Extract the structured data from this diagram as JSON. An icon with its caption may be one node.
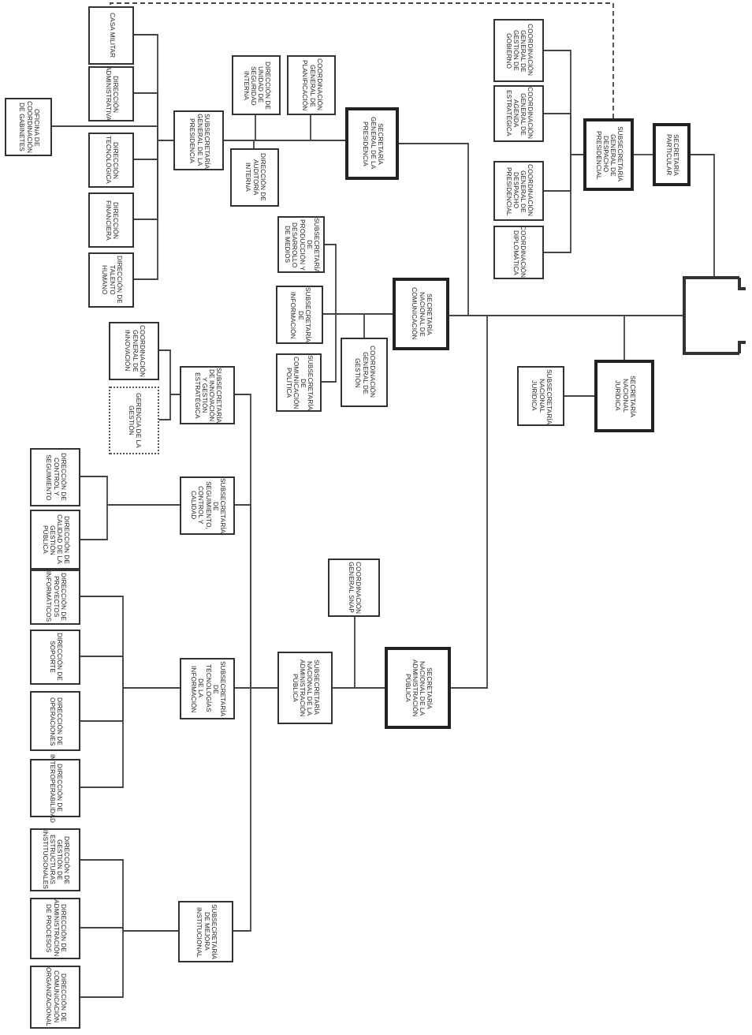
{
  "diagram": {
    "nodes": [
      {
        "text": [],
        "shape": "box"
      },
      {
        "text": [
          "SECRETARÍA PARTICULAR"
        ]
      },
      {
        "text": [
          "SUBSECRETARÍA GENERAL DE DESPACHO PRESIDENCIAL"
        ]
      },
      {
        "text": [
          "COORDINACIÓN GENERAL DE GESTIÓN DE GOBIERNO"
        ]
      },
      {
        "text": [
          "COORDINACIÓN GENERAL DE AGENDA ESTRATÉGICA"
        ]
      },
      {
        "text": [
          "COORDINACIÓN GENERAL DE DESPACHO PRESIDENCIAL"
        ]
      },
      {
        "text": [
          "COORDINACIÓN DIPLOMÁTICA"
        ]
      },
      {
        "text": [
          "SECRETARÍA GENERAL DE LA PRESIDENCIA"
        ]
      },
      {
        "text": [
          "COORDINACIÓN GENERAL DE PLANIFICACIÓN"
        ]
      },
      {
        "text": [
          "DIRECCIÓN DE UNIDAD DE SEGURIDAD INTERNA"
        ]
      },
      {
        "text": [
          "DIRECCIÓN DE AUDITORÍA INTERNA"
        ]
      },
      {
        "text": [
          "SUBSECRETARÍA GENERAL DE LA PRESIDENCIA"
        ]
      },
      {
        "text": [
          "CASA MILITAR"
        ]
      },
      {
        "text": [
          "DIRECCIÓN ADMINISTRATIVA"
        ]
      },
      {
        "text": [
          "DIRECCIÓN TECNOLÓGICA"
        ]
      },
      {
        "text": [
          "DIRECCIÓN FINANCIERA"
        ]
      },
      {
        "text": [
          "DIRECCIÓN DE TALENTO HUMANO"
        ]
      },
      {
        "text": [
          "OFICINA DE COORDINACIÓN DE GABINETES"
        ]
      },
      {
        "text": [
          "SECRETARÍA NACIONAL DE COMUNICACIÓN"
        ]
      },
      {
        "text": [
          "SUBSECRETARÍA DE PRODUCCIÓN Y DESARROLLO DE MEDIOS"
        ]
      },
      {
        "text": [
          "SUBSECRETARÍA DE INFORMACIÓN"
        ]
      },
      {
        "text": [
          "SUBSECRETARÍA DE COMUNICACIÓN POLÍTICA"
        ]
      },
      {
        "text": [
          "COORDINACIÓN GENERAL DE GESTIÓN"
        ]
      },
      {
        "text": [
          "SECRETARÍA NACIONAL JURÍDICA"
        ]
      },
      {
        "text": [
          "SUBSECRETARÍA NACIONAL JURÍDICA"
        ]
      },
      {
        "text": [
          "SECRETARÍA NACIONAL DE LA ADMINISTRACIÓN PÚBLICA"
        ]
      },
      {
        "text": [
          "COORDINACIÓN GENERAL SNAP"
        ]
      },
      {
        "text": [
          "SUBSECRETARÍA NACIONAL DE LA ADMINISTRACIÓN PÚBLICA"
        ]
      },
      {
        "text": [
          "SUBSECRETARÍA DE INNOVACIÓN Y GESTIÓN ESTRATÉGICA"
        ]
      },
      {
        "text": [
          "COORDINACIÓN GENERAL DE INNOVACIÓN"
        ]
      },
      {
        "text": [
          "GERENCIA DE LA GESTIÓN"
        ]
      },
      {
        "text": [
          "SUBSECRETARÍA DE SEGUIMIENTO, CONTROL Y CALIDAD"
        ]
      },
      {
        "text": [
          "DIRECCIÓN DE CONTROL Y SEGUIMIENTO"
        ]
      },
      {
        "text": [
          "DIRECCIÓN DE CALIDAD DE LA GESTIÓN PÚBLICA"
        ]
      },
      {
        "text": [
          "SUBSECRETARÍA DE TECNOLOGÍAS DE LA INFORMACIÓN"
        ]
      },
      {
        "text": [
          "DIRECCIÓN DE PROYECTOS INFORMÁTICOS"
        ]
      },
      {
        "text": [
          "DIRECCIÓN DE SOPORTE"
        ]
      },
      {
        "text": [
          "DIRECCIÓN DE OPERACIONES"
        ]
      },
      {
        "text": [
          "DIRECCIÓN DE INTEROPERABILIDAD"
        ]
      },
      {
        "text": [
          "SUBSECRETARÍA DE MEJORA INSTITUCIONAL"
        ]
      },
      {
        "text": [
          "DIRECCIÓN DE GESTIÓN DE ESTRUCTURAS INSTITUCIONALES"
        ]
      },
      {
        "text": [
          "DIRECCIÓN DE ADMINISTRACIÓN DE PROCESOS"
        ]
      },
      {
        "text": [
          "DIRECCIÓN DE COMUNICACIÓN ORGANIZACIONAL"
        ]
      }
    ],
    "edges": [
      {
        "from": 0,
        "to": 1,
        "arrow": "none"
      },
      {
        "from": 1,
        "to": 2,
        "arrow": "none"
      },
      {
        "from": 2,
        "to": 3,
        "arrow": "none"
      },
      {
        "from": 2,
        "to": 4,
        "arrow": "none"
      },
      {
        "from": 2,
        "to": 5,
        "arrow": "none"
      },
      {
        "from": 2,
        "to": 6,
        "arrow": "none"
      },
      {
        "from": 2,
        "to": 12,
        "arrow": "none",
        "style": "dashed"
      },
      {
        "from": 0,
        "to": 23,
        "arrow": "none"
      },
      {
        "from": 0,
        "to": 18,
        "arrow": "none"
      },
      {
        "from": 0,
        "to": 7,
        "arrow": "none"
      },
      {
        "from": 0,
        "to": 25,
        "arrow": "none"
      },
      {
        "from": 23,
        "to": 24,
        "arrow": "none"
      },
      {
        "from": 7,
        "to": 8,
        "arrow": "none"
      },
      {
        "from": 7,
        "to": 9,
        "arrow": "none"
      },
      {
        "from": 7,
        "to": 10,
        "arrow": "none"
      },
      {
        "from": 7,
        "to": 11,
        "arrow": "none"
      },
      {
        "from": 11,
        "to": 12,
        "arrow": "none"
      },
      {
        "from": 11,
        "to": 13,
        "arrow": "none"
      },
      {
        "from": 11,
        "to": 14,
        "arrow": "none"
      },
      {
        "from": 11,
        "to": 15,
        "arrow": "none"
      },
      {
        "from": 11,
        "to": 16,
        "arrow": "none"
      },
      {
        "from": 11,
        "to": 17,
        "arrow": "none"
      },
      {
        "from": 18,
        "to": 19,
        "arrow": "none"
      },
      {
        "from": 18,
        "to": 20,
        "arrow": "none"
      },
      {
        "from": 18,
        "to": 21,
        "arrow": "none"
      },
      {
        "from": 18,
        "to": 22,
        "arrow": "none"
      },
      {
        "from": 25,
        "to": 26,
        "arrow": "none"
      },
      {
        "from": 25,
        "to": 27,
        "arrow": "none"
      },
      {
        "from": 27,
        "to": 28,
        "arrow": "none"
      },
      {
        "from": 27,
        "to": 31,
        "arrow": "none"
      },
      {
        "from": 27,
        "to": 34,
        "arrow": "none"
      },
      {
        "from": 27,
        "to": 39,
        "arrow": "none"
      },
      {
        "from": 28,
        "to": 29,
        "arrow": "none"
      },
      {
        "from": 28,
        "to": 30,
        "arrow": "none"
      },
      {
        "from": 31,
        "to": 32,
        "arrow": "none"
      },
      {
        "from": 31,
        "to": 33,
        "arrow": "none"
      },
      {
        "from": 34,
        "to": 35,
        "arrow": "none"
      },
      {
        "from": 34,
        "to": 36,
        "arrow": "none"
      },
      {
        "from": 34,
        "to": 37,
        "arrow": "none"
      },
      {
        "from": 34,
        "to": 38,
        "arrow": "none"
      },
      {
        "from": 39,
        "to": 40,
        "arrow": "none"
      },
      {
        "from": 39,
        "to": 41,
        "arrow": "none"
      },
      {
        "from": 39,
        "to": 42,
        "arrow": "none"
      }
    ]
  }
}
